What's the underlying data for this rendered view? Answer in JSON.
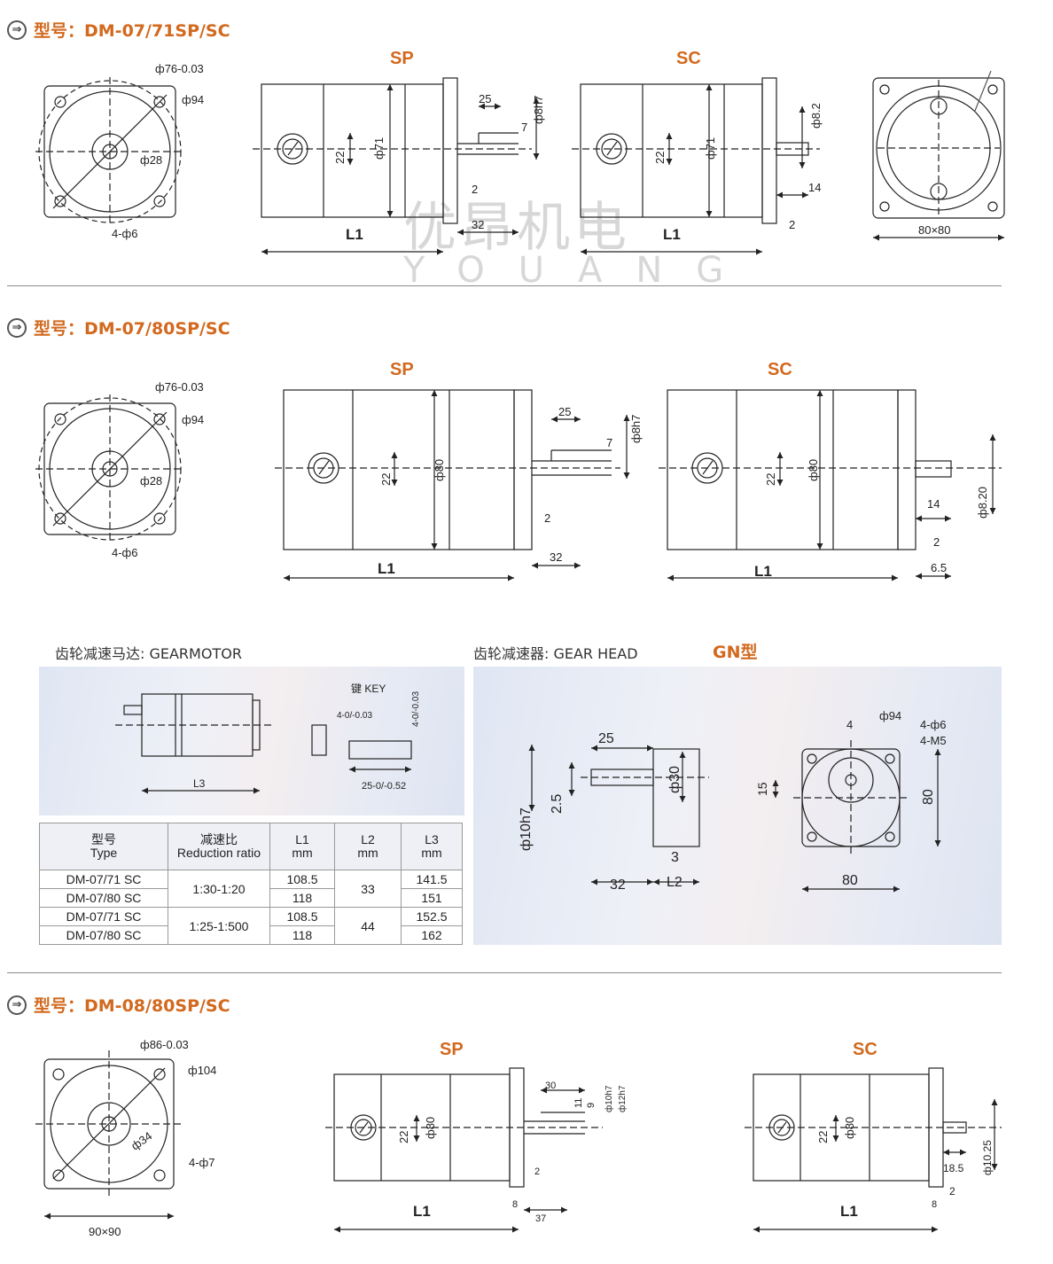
{
  "sections": [
    {
      "icon": "⇒",
      "title": "型号：DM-07/71SP/SC"
    },
    {
      "icon": "⇒",
      "title": "型号：DM-07/80SP/SC"
    },
    {
      "icon": "⇒",
      "title": "型号：DM-08/80SP/SC"
    }
  ],
  "watermark": {
    "cn": "优昂机电",
    "en": "YOUANG"
  },
  "s1": {
    "front": {
      "d1": "ф76-0.03",
      "d2": "ф94",
      "d3": "ф28",
      "holes": "4-ф6"
    },
    "sp": {
      "label": "SP",
      "a": "25",
      "b": "ф8h7",
      "c": "7",
      "d": "22",
      "e": "ф71",
      "f": "2",
      "g": "32",
      "l1": "L1"
    },
    "sc": {
      "label": "SC",
      "a": "ф8.2",
      "b": "22",
      "c": "ф71",
      "d": "14",
      "e": "2",
      "l1": "L1"
    },
    "back": {
      "size": "80×80"
    }
  },
  "s2": {
    "front": {
      "d1": "ф76-0.03",
      "d2": "ф94",
      "d3": "ф28",
      "holes": "4-ф6"
    },
    "sp": {
      "label": "SP",
      "a": "25",
      "b": "ф8h7",
      "c": "7",
      "d": "22",
      "e": "ф80",
      "f": "2",
      "g": "32",
      "l1": "L1"
    },
    "sc": {
      "label": "SC",
      "a": "22",
      "b": "ф80",
      "c": "14",
      "d": "ф8.20",
      "e": "2",
      "f": "6.5",
      "l1": "L1"
    }
  },
  "gear": {
    "gearmotor_caption": "齿轮减速马达: GEARMOTOR",
    "gearhead_caption": "齿轮减速器: GEAR  HEAD",
    "gn_label": "GN型",
    "key_label": "键   KEY",
    "key_w": "4-0/-0.03",
    "key_h": "4-0/-0.03",
    "key_l": "25-0/-0.52",
    "l3": "L3",
    "gh": {
      "a": "25",
      "b": "ф30",
      "c": "ф10h7",
      "d": "2.5",
      "e": "3",
      "f": "32",
      "g": "L2",
      "h": "4",
      "i": "ф94",
      "j": "4-ф6",
      "k": "4-M5",
      "l": "15",
      "m": "80",
      "n": "80"
    }
  },
  "table": {
    "headers": [
      {
        "cn": "型号",
        "en": "Type"
      },
      {
        "cn": "减速比",
        "en": "Reduction ratio"
      },
      {
        "cn": "L1",
        "en": "mm"
      },
      {
        "cn": "L2",
        "en": "mm"
      },
      {
        "cn": "L3",
        "en": "mm"
      }
    ],
    "rows": [
      {
        "type": "DM-07/71 SC",
        "ratio": "1:30-1:20",
        "l1": "108.5",
        "l2": "33",
        "l3": "141.5"
      },
      {
        "type": "DM-07/80 SC",
        "ratio": "",
        "l1": "118",
        "l2": "",
        "l3": "151"
      },
      {
        "type": "DM-07/71 SC",
        "ratio": "1:25-1:500",
        "l1": "108.5",
        "l2": "44",
        "l3": "152.5"
      },
      {
        "type": "DM-07/80 SC",
        "ratio": "",
        "l1": "118",
        "l2": "",
        "l3": "162"
      }
    ]
  },
  "s3": {
    "front": {
      "d1": "ф86-0.03",
      "d2": "ф104",
      "d3": "ф34",
      "holes": "4-ф7",
      "size": "90×90"
    },
    "sp": {
      "label": "SP",
      "a": "30",
      "b": "11",
      "c": "9",
      "d": "ф10h7",
      "e": "ф12h7",
      "f": "22",
      "g": "ф80",
      "h": "2",
      "i": "8",
      "j": "37",
      "l1": "L1"
    },
    "sc": {
      "label": "SC",
      "a": "22",
      "b": "ф80",
      "c": "18.5",
      "d": "ф10.25",
      "e": "2",
      "f": "8",
      "l1": "L1"
    }
  }
}
